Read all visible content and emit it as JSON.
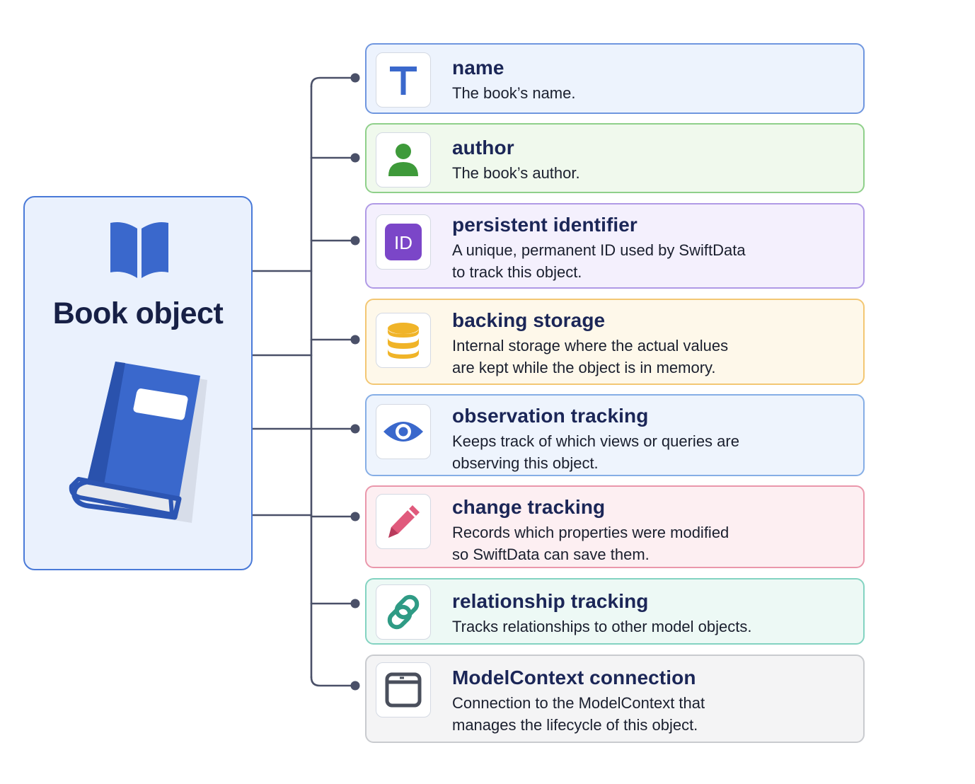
{
  "source": {
    "title": "Book object"
  },
  "properties": [
    {
      "id": "name",
      "icon": "text-icon",
      "title": "name",
      "description": "The book’s name.",
      "border": "#6f96df",
      "fill": "#edf3fd"
    },
    {
      "id": "author",
      "icon": "person-icon",
      "title": "author",
      "description": "The book’s author.",
      "border": "#8fd08a",
      "fill": "#f0f9ed"
    },
    {
      "id": "persistent-identifier",
      "icon": "id-badge-icon",
      "title": "persistent identifier",
      "description": "A unique, permanent ID used by SwiftData\nto track this object.",
      "border": "#b09ae6",
      "fill": "#f4f0fd"
    },
    {
      "id": "backing-storage",
      "icon": "database-icon",
      "title": "backing storage",
      "description": "Internal storage where the actual values\nare kept while the object is in memory.",
      "border": "#f3c773",
      "fill": "#fef8ea"
    },
    {
      "id": "observation-tracking",
      "icon": "eye-icon",
      "title": "observation tracking",
      "description": "Keeps track of which views or queries are\nobserving this object.",
      "border": "#86aee6",
      "fill": "#eef4fd"
    },
    {
      "id": "change-tracking",
      "icon": "pencil-icon",
      "title": "change tracking",
      "description": "Records which properties were modified\nso SwiftData can save them.",
      "border": "#ea97ab",
      "fill": "#fdeff2"
    },
    {
      "id": "relationship-tracking",
      "icon": "link-icon",
      "title": "relationship tracking",
      "description": "Tracks relationships to other model objects.",
      "border": "#83d3c1",
      "fill": "#edf9f5"
    },
    {
      "id": "modelcontext-connection",
      "icon": "window-icon",
      "title": "ModelContext connection",
      "description": "Connection to the ModelContext that\nmanages the lifecycle of this object.",
      "border": "#c9cbcf",
      "fill": "#f4f4f5"
    }
  ],
  "colors": {
    "connector": "#4a5068",
    "accent_blue": "#3a68cc",
    "panel_border": "#4a7ad8"
  }
}
